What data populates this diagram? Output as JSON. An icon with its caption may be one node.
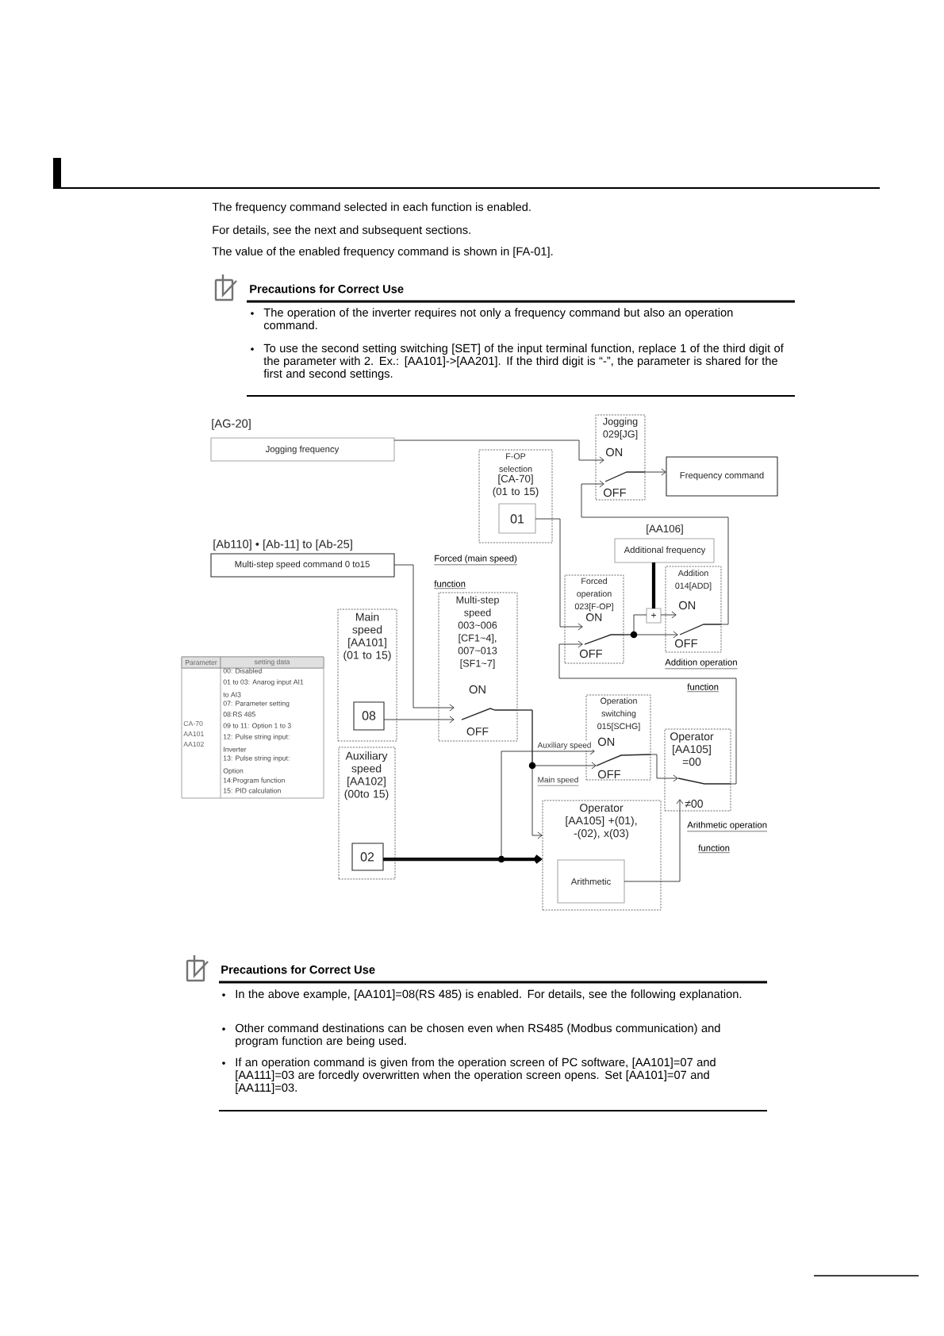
{
  "diagram": {
    "nodes": [
      {
        "text": [
          "[AG-20]",
          "Jogging frequency"
        ]
      },
      {
        "text": [
          "[Ab110] • [Ab-11] to [Ab-25]",
          "Multi-step speed command 0 to15"
        ]
      },
      {
        "text": [
          "F-OP selection",
          "[CA-70] (01 to 15)"
        ]
      },
      {
        "text": [
          "01"
        ],
        "in": 2
      },
      {
        "text": [
          "Jogging 029[JG]",
          "ON",
          "OFF"
        ]
      },
      {
        "text": [
          "Frequency command"
        ]
      },
      {
        "text": [
          "[AA106]",
          "Additional frequency"
        ]
      },
      {
        "text": [
          "Forced operation 023[F-OP]",
          "ON",
          "OFF"
        ]
      },
      {
        "text": [
          "+"
        ]
      },
      {
        "text": [
          "Addition 014[ADD]",
          "ON",
          "OFF"
        ]
      },
      {
        "text": [
          "Multi-step speed 003~006 [CF1~4], 007~013 [SF1~7]",
          "ON",
          "OFF"
        ]
      },
      {
        "text": [
          "Main speed [AA101] (01 to 15)"
        ]
      },
      {
        "text": [
          "08"
        ],
        "in": 11
      },
      {
        "text": [
          "Auxiliary speed [AA102] (00to 15)"
        ]
      },
      {
        "text": [
          "02"
        ],
        "in": 13
      },
      {
        "text": [
          "Operation switching 015[SCHG]",
          "ON",
          "OFF"
        ]
      },
      {
        "text": [
          "Operator [AA105] =00",
          "≠00"
        ]
      },
      {
        "text": [
          "Operator [AA105] +(01), -(02), x(03)"
        ]
      },
      {
        "text": [
          "Arithmetic"
        ],
        "in": 17
      }
    ],
    "edges": [
      {
        "from": 0,
        "to": 4,
        "arrow": "to"
      },
      {
        "from": 4,
        "to": 5,
        "arrow": "to"
      },
      {
        "from": 9,
        "to": 4,
        "arrow": "to"
      },
      {
        "from": 3,
        "to": 7,
        "arrow": "to"
      },
      {
        "from": 1,
        "to": 10,
        "arrow": "to"
      },
      {
        "from": 12,
        "to": 10,
        "arrow": "to"
      },
      {
        "from": 7,
        "to": 8,
        "arrow": "none"
      },
      {
        "from": 7,
        "to": 9,
        "arrow": "to"
      },
      {
        "from": 8,
        "to": 9,
        "arrow": "to"
      },
      {
        "from": 6,
        "to": 8,
        "arrow": "none",
        "style": "thick"
      },
      {
        "from": 10,
        "to": 15,
        "arrow": "to",
        "label": "Main speed"
      },
      {
        "from": 10,
        "to": 17,
        "arrow": "to"
      },
      {
        "from": 14,
        "to": 17,
        "arrow": "to",
        "style": "thick"
      },
      {
        "from": 14,
        "to": 15,
        "arrow": "to",
        "label": "Auxiliary speed"
      },
      {
        "from": 15,
        "to": 16,
        "arrow": "to"
      },
      {
        "from": 18,
        "to": 16,
        "arrow": "to"
      },
      {
        "from": 16,
        "to": 7,
        "arrow": "to"
      }
    ],
    "labels": [
      "The frequency command selected in each function is enabled.",
      "For details, see the next and subsequent sections.",
      "The value of the enabled frequency command is shown in [FA-01].",
      "Precautions for Correct Use",
      "The operation of the inverter requires not only a frequency command but also an operation command.",
      "To use the second setting switching [SET] of the input terminal function, replace 1 of the third digit of the parameter with 2. Ex.: [AA101]->[AA201]. If the third digit is “-”, the parameter is shared for the first and second settings.",
      "Forced (main speed)",
      "function",
      "Addition operation",
      "function",
      "Parameter",
      "setting data",
      "CA-70",
      "AA101",
      "AA102",
      "00: Disabled",
      "01 to 03: Anarog input AI1 to AI3",
      "07: Parameter setting",
      "08:RS 485",
      "09 to 11: Option 1 to 3",
      "12: Pulse string input: Inverter",
      "13: Pulse string input: Option",
      "14:Program function",
      "15: PID calculation",
      "Arithmetic operation",
      "function",
      "Precautions for Correct Use",
      "In the above example, [AA101]=08(RS 485) is enabled. For details, see the following explanation.",
      "Other command destinations can be chosen even when RS485 (Modbus communication) and program function are being used.",
      "If an operation command is given from the operation screen of PC software, [AA101]=07 and [AA111]=03 are forcedly overwritten when the operation screen opens. Set [AA101]=07 and [AA111]=03."
    ]
  }
}
